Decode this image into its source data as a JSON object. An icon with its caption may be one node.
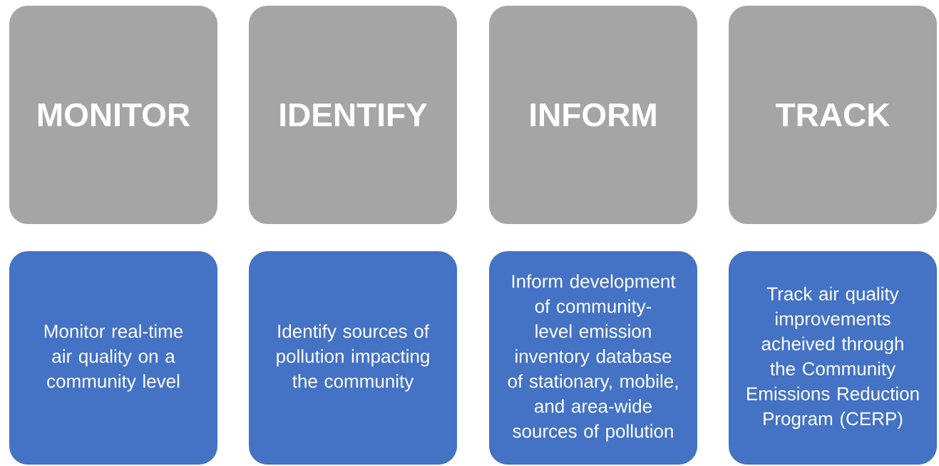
{
  "diagram": {
    "nodes": [
      {
        "text": [
          "MONITOR"
        ]
      },
      {
        "text": [
          "IDENTIFY"
        ]
      },
      {
        "text": [
          "INFORM"
        ]
      },
      {
        "text": [
          "TRACK"
        ]
      },
      {
        "text": [
          "Monitor real-time air quality on a community level"
        ]
      },
      {
        "text": [
          "Identify sources of pollution impacting the community"
        ]
      },
      {
        "text": [
          "Inform development of community-level emission inventory database of stationary, mobile, and area-wide sources of pollution"
        ]
      },
      {
        "text": [
          "Track air quality improvements acheived through the Community Emissions Reduction Program (CERP)"
        ]
      }
    ]
  }
}
